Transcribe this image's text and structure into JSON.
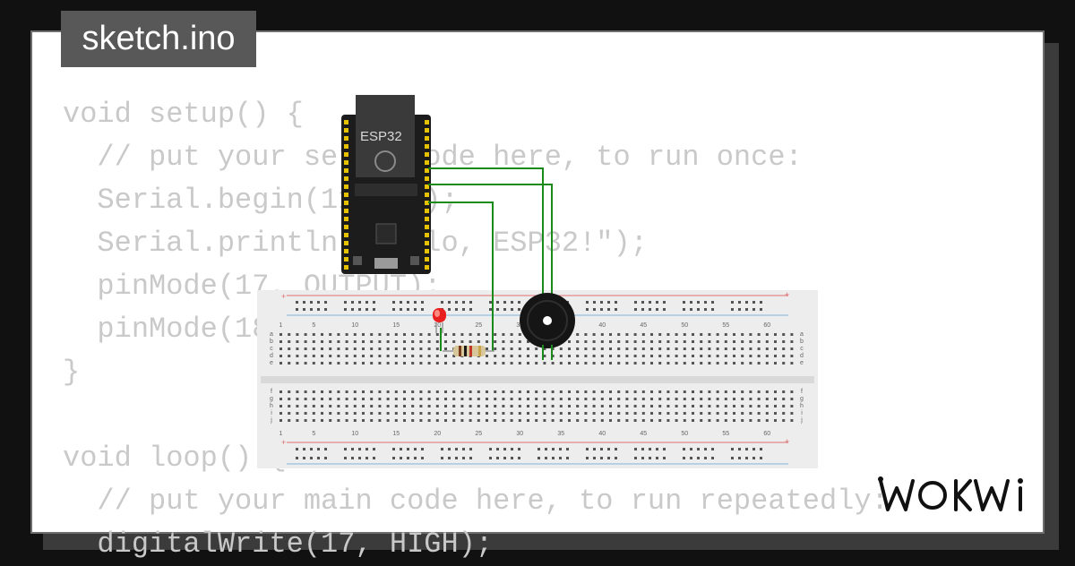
{
  "file_tab": {
    "title": "sketch.ino"
  },
  "code_lines": [
    "void setup() {",
    "  // put your setup code here, to run once:",
    "  Serial.begin(115200);",
    "  Serial.println(\"Hello, ESP32!\");",
    "  pinMode(17, OUTPUT);",
    "  pinMode(18, OUTPUT);",
    "}",
    "",
    "void loop() {",
    "  // put your main code here, to run repeatedly:",
    "  digitalWrite(17, HIGH);"
  ],
  "board": {
    "label": "ESP32"
  },
  "breadboard": {
    "column_numbers": [
      "1",
      "5",
      "10",
      "15",
      "20",
      "25",
      "30",
      "35",
      "40",
      "45",
      "50",
      "55",
      "60"
    ],
    "rows_top": [
      "a",
      "b",
      "c",
      "d",
      "e"
    ],
    "rows_bottom": [
      "f",
      "g",
      "h",
      "i",
      "j"
    ]
  },
  "brand": {
    "logo": "wokwi-logo",
    "name": "WOKWI"
  },
  "colors": {
    "background": "#111111",
    "card": "#ffffff",
    "tab": "#585858",
    "code_text": "#c9c9c9",
    "wire": "#1a8a1a",
    "breadboard": "#ededed"
  }
}
